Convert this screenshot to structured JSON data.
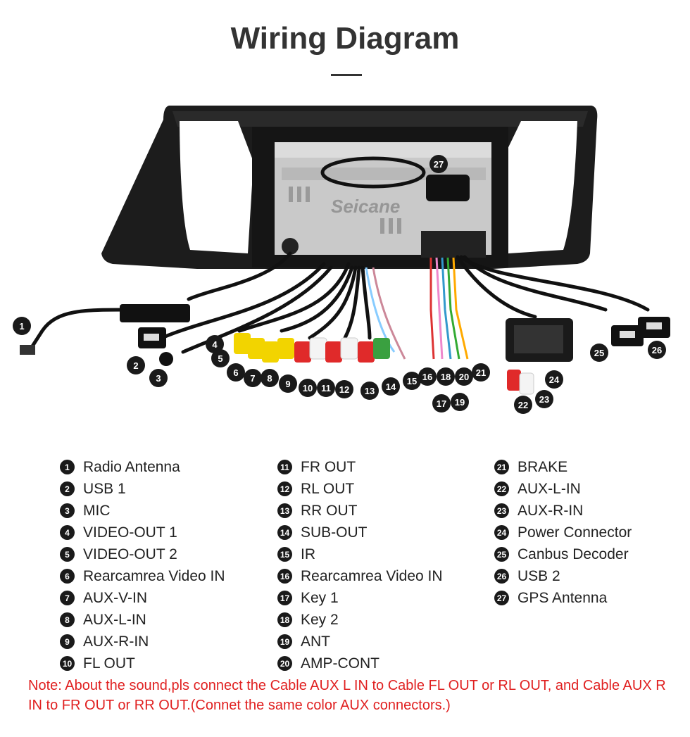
{
  "title": "Wiring Diagram",
  "watermark": "Seicane",
  "legend": [
    {
      "n": "1",
      "label": "Radio Antenna"
    },
    {
      "n": "2",
      "label": "USB 1"
    },
    {
      "n": "3",
      "label": "MIC"
    },
    {
      "n": "4",
      "label": "VIDEO-OUT 1"
    },
    {
      "n": "5",
      "label": "VIDEO-OUT 2"
    },
    {
      "n": "6",
      "label": "Rearcamrea Video IN"
    },
    {
      "n": "7",
      "label": "AUX-V-IN"
    },
    {
      "n": "8",
      "label": "AUX-L-IN"
    },
    {
      "n": "9",
      "label": "AUX-R-IN"
    },
    {
      "n": "10",
      "label": "FL OUT"
    },
    {
      "n": "11",
      "label": "FR OUT"
    },
    {
      "n": "12",
      "label": "RL OUT"
    },
    {
      "n": "13",
      "label": "RR OUT"
    },
    {
      "n": "14",
      "label": "SUB-OUT"
    },
    {
      "n": "15",
      "label": "IR"
    },
    {
      "n": "16",
      "label": "Rearcamrea Video IN"
    },
    {
      "n": "17",
      "label": "Key 1"
    },
    {
      "n": "18",
      "label": "Key 2"
    },
    {
      "n": "19",
      "label": "ANT"
    },
    {
      "n": "20",
      "label": "AMP-CONT"
    },
    {
      "n": "21",
      "label": "BRAKE"
    },
    {
      "n": "22",
      "label": "AUX-L-IN"
    },
    {
      "n": "23",
      "label": "AUX-R-IN"
    },
    {
      "n": "24",
      "label": "Power Connector"
    },
    {
      "n": "25",
      "label": "Canbus Decoder"
    },
    {
      "n": "26",
      "label": "USB 2"
    },
    {
      "n": "27",
      "label": "GPS Antenna"
    }
  ],
  "note": "Note: About the sound,pls connect the Cable AUX L IN to Cable FL OUT or RL OUT, and Cable AUX R IN to FR OUT or RR OUT.(Connet the same color AUX connectors.)"
}
